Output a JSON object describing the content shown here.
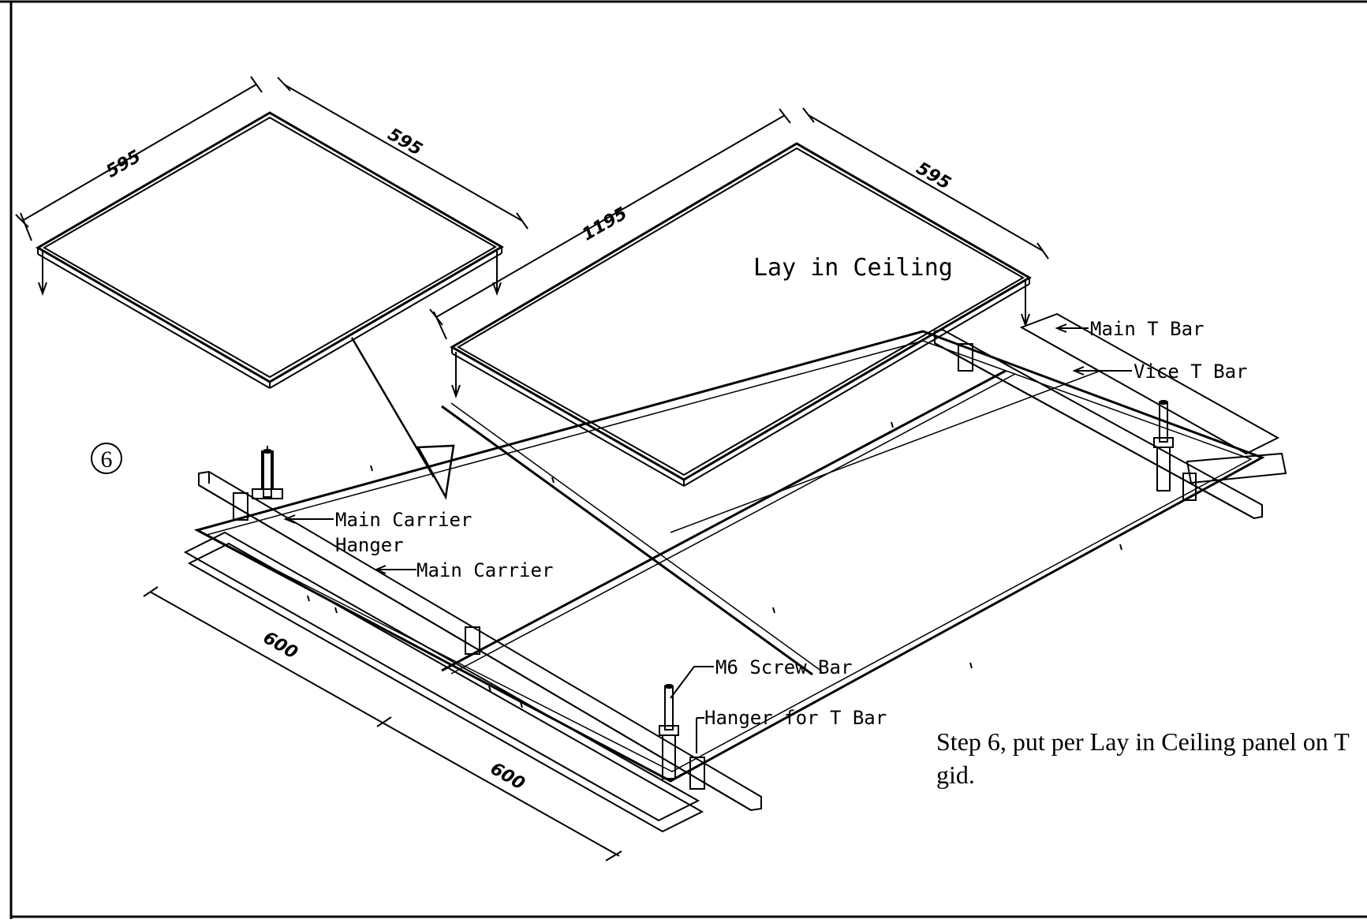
{
  "step_number": "6",
  "dimensions": {
    "small_panel_left": "595",
    "small_panel_right": "595",
    "large_panel_long": "1195",
    "large_panel_short": "595",
    "grid_spacing_first": "600",
    "grid_spacing_second": "600"
  },
  "labels": {
    "panel": "Lay in Ceiling",
    "main_t_bar": "Main T Bar",
    "vice_t_bar": "Vice T Bar",
    "main_carrier_hanger_line1": "Main Carrier",
    "main_carrier_hanger_line2": "Hanger",
    "main_carrier": "Main Carrier",
    "m6_screw_bar": "M6 Screw Bar",
    "hanger_for_t_bar": "Hanger for T Bar"
  },
  "instruction": {
    "line1": "Step 6, put per Lay in Ceiling panel on T",
    "line2": "gid."
  }
}
